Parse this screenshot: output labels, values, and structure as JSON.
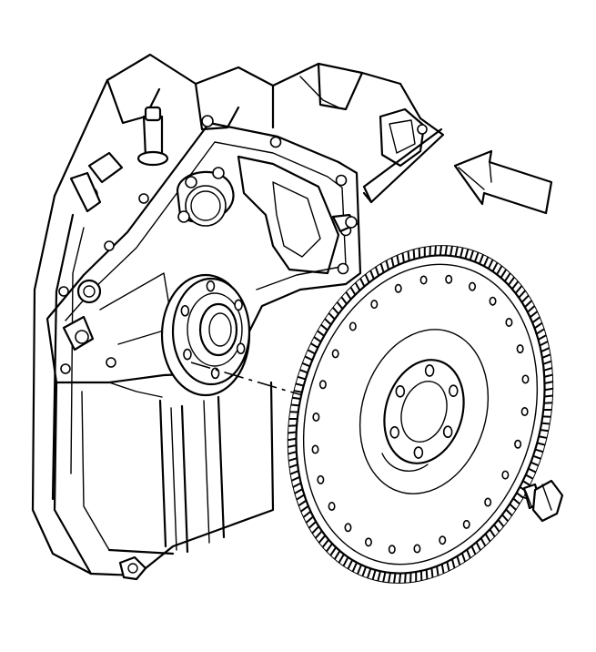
{
  "diagram": {
    "parts": [
      {
        "id": "engine-block",
        "icon": "engine-block-rear-view"
      },
      {
        "id": "crankshaft-flange",
        "icon": "crankshaft-flange"
      },
      {
        "id": "flywheel",
        "icon": "flywheel-ring-gear"
      },
      {
        "id": "flywheel-bolt",
        "icon": "hex-bolt"
      },
      {
        "id": "direction-arrow",
        "icon": "hollow-arrow-left"
      }
    ],
    "ring_gear_teeth": 150,
    "outer_bolt_holes": 26,
    "inner_bolt_holes": 6
  }
}
